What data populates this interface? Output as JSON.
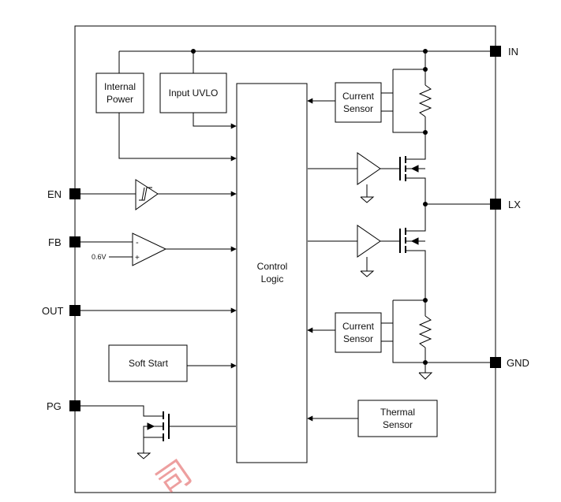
{
  "pins": {
    "in": "IN",
    "lx": "LX",
    "gnd": "GND",
    "en": "EN",
    "fb": "FB",
    "out": "OUT",
    "pg": "PG"
  },
  "blocks": {
    "internal_power": [
      "Internal",
      "Power"
    ],
    "input_uvlo": "Input UVLO",
    "control_logic": [
      "Control",
      "Logic"
    ],
    "current_sensor_top": [
      "Current",
      "Sensor"
    ],
    "current_sensor_bottom": [
      "Current",
      "Sensor"
    ],
    "soft_start": "Soft Start",
    "thermal_sensor": [
      "Thermal",
      "Sensor"
    ]
  },
  "labels": {
    "vref": "0.6V",
    "comp_minus": "-",
    "comp_plus": "+"
  },
  "watermark": "司",
  "colors": {
    "line": "#000000",
    "watermark": "#e88080"
  }
}
